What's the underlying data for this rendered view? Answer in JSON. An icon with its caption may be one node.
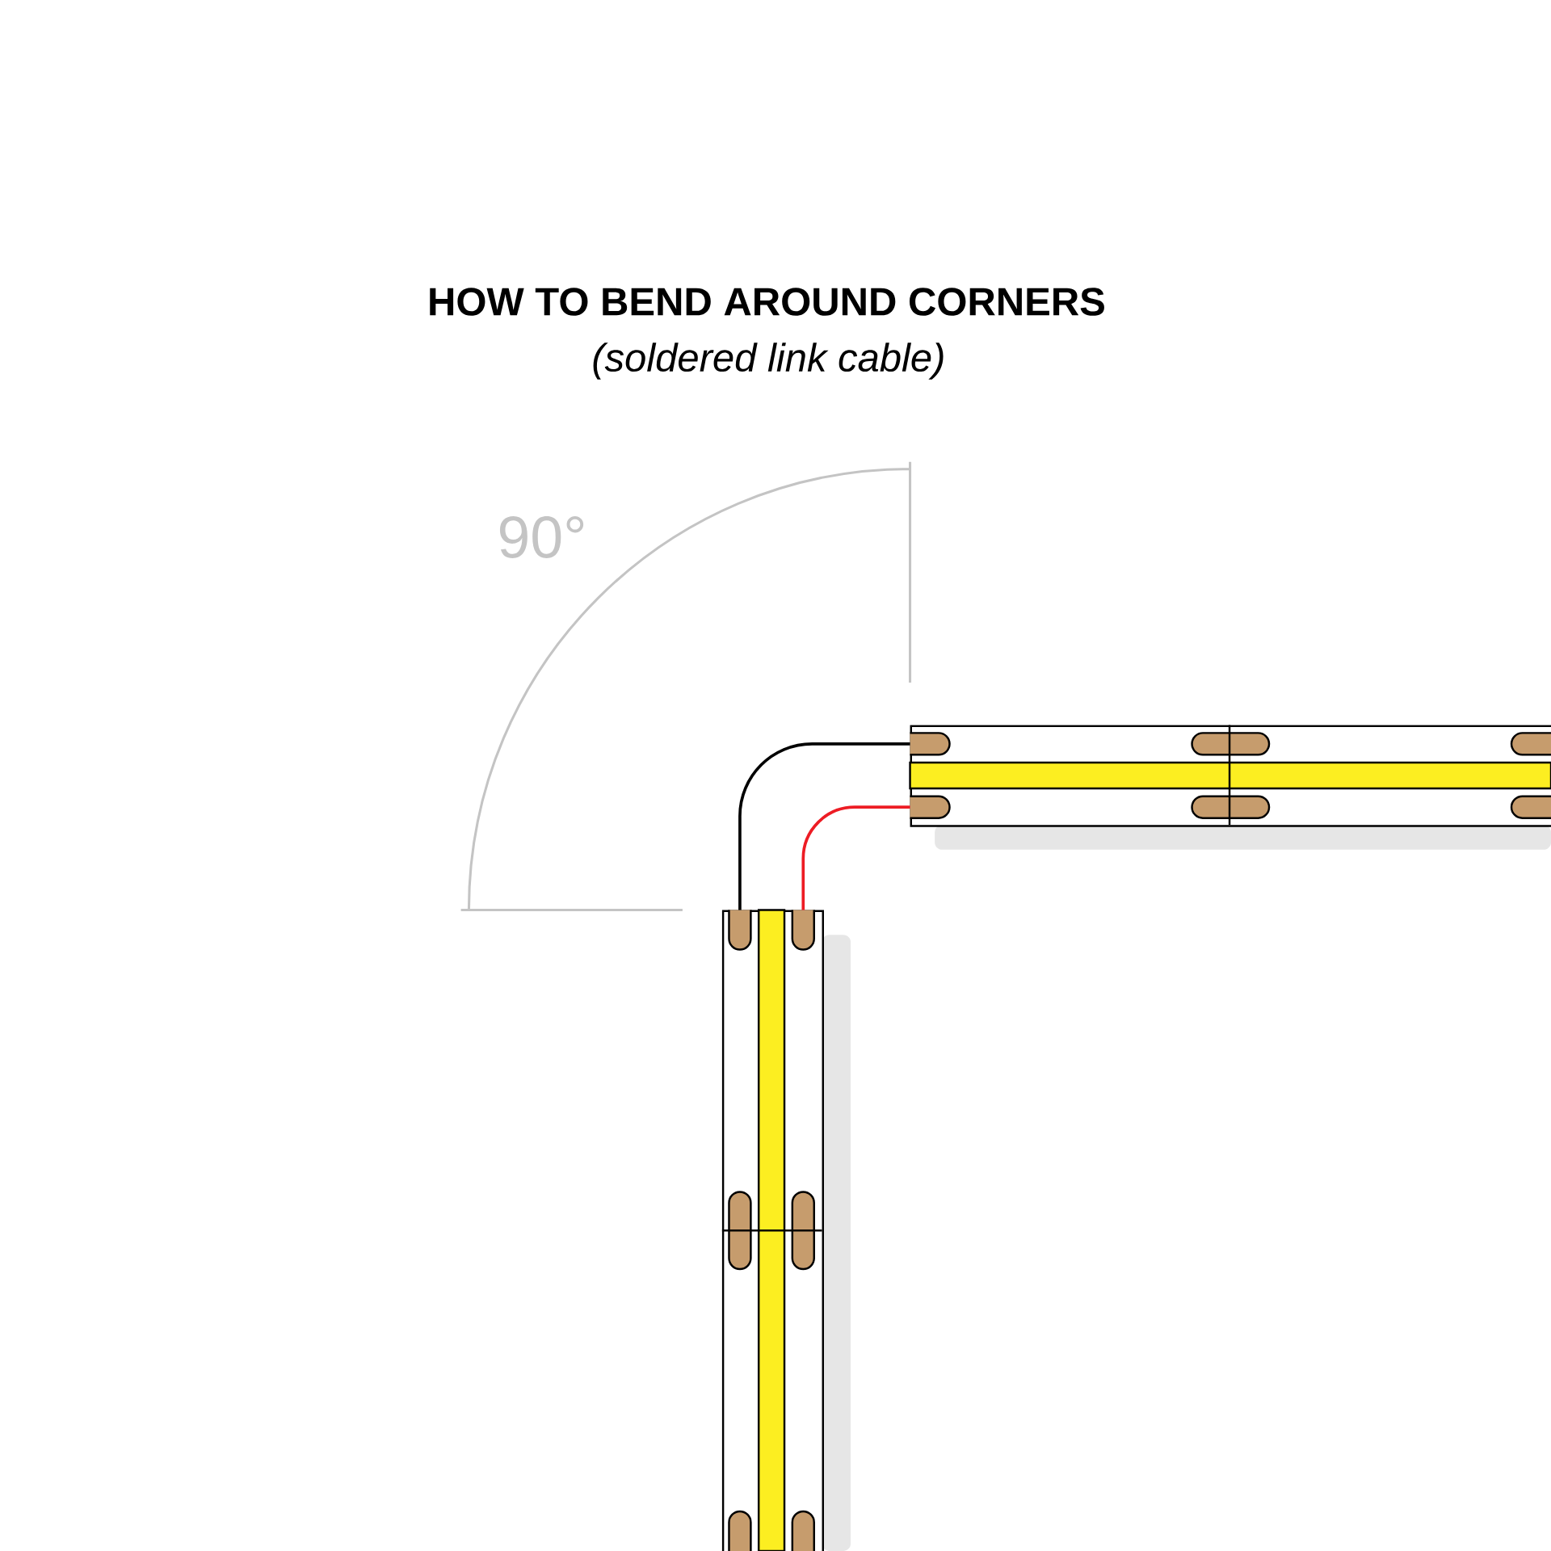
{
  "diagram": {
    "title": "HOW TO BEND AROUND CORNERS",
    "nodes": [
      {
        "text": [],
        "shape": "bar"
      },
      {
        "text": [],
        "shape": "bar"
      }
    ],
    "edges": [
      {
        "from": 1,
        "to": 0,
        "arrow": "none"
      },
      {
        "from": 1,
        "to": 0,
        "arrow": "none",
        "color": "#ed1c24"
      }
    ],
    "labels": [
      "(soldered link cable)",
      "90°"
    ]
  }
}
